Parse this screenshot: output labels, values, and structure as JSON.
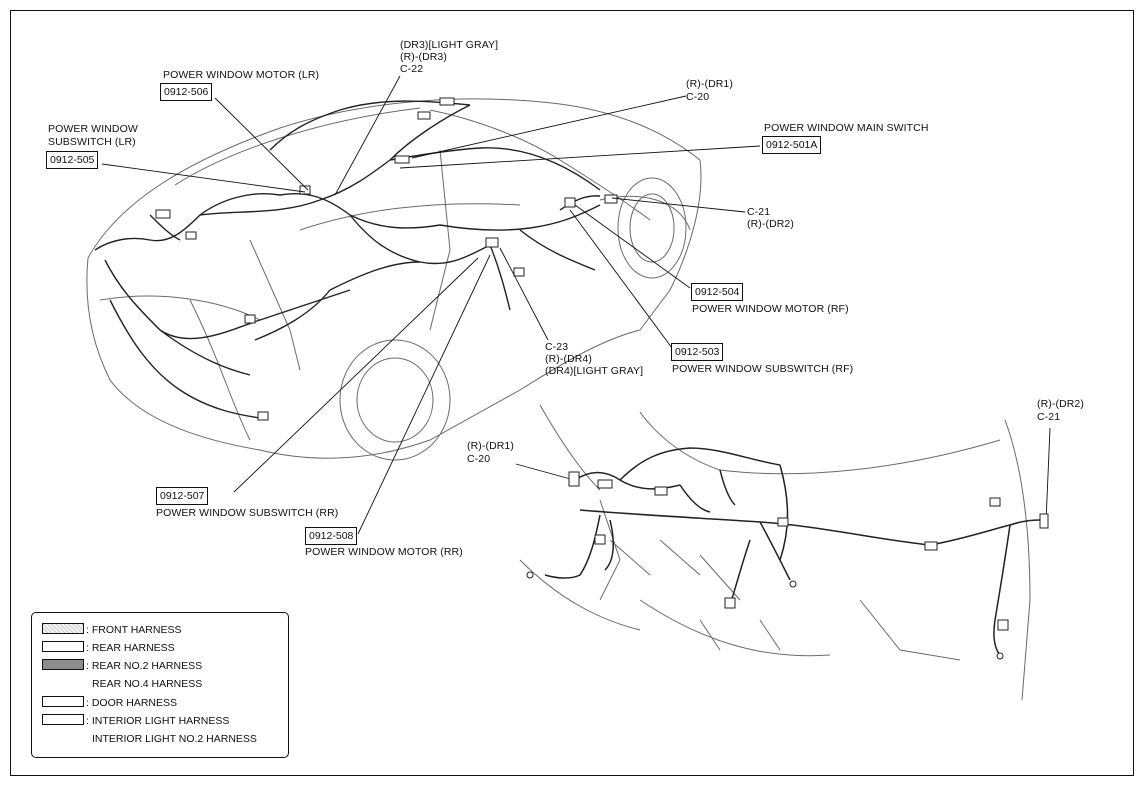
{
  "labels": {
    "dr3_color": "(DR3)[LIGHT GRAY]",
    "dr3_pin": "(R)-(DR3)",
    "c22": "C-22",
    "pw_motor_lr": "POWER WINDOW MOTOR (LR)",
    "code_506": "0912-506",
    "pw_subswitch_lr_1": "POWER WINDOW",
    "pw_subswitch_lr_2": "SUBSWITCH (LR)",
    "code_505": "0912-505",
    "dr1_pin_top": "(R)-(DR1)",
    "c20_top": "C-20",
    "pw_main_switch": "POWER WINDOW MAIN SWITCH",
    "code_501a": "0912-501A",
    "c21_top": "C-21",
    "dr2_pin_top": "(R)-(DR2)",
    "code_504": "0912-504",
    "pw_motor_rf": "POWER WINDOW MOTOR (RF)",
    "c23": "C-23",
    "dr4_pin": "(R)-(DR4)",
    "dr4_color": "(DR4)[LIGHT GRAY]",
    "code_503": "0912-503",
    "pw_subswitch_rf": "POWER WINDOW SUBSWITCH (RF)",
    "dr2_pin_detail": "(R)-(DR2)",
    "c21_detail": "C-21",
    "dr1_pin_detail": "(R)-(DR1)",
    "c20_detail": "C-20",
    "code_507": "0912-507",
    "pw_subswitch_rr": "POWER WINDOW SUBSWITCH (RR)",
    "code_508": "0912-508",
    "pw_motor_rr": "POWER WINDOW MOTOR (RR)"
  },
  "legend": {
    "front": ": FRONT HARNESS",
    "rear": ": REAR HARNESS",
    "rear2": ": REAR NO.2 HARNESS",
    "rear4": "REAR NO.4 HARNESS",
    "door": ": DOOR HARNESS",
    "interior": ": INTERIOR LIGHT HARNESS",
    "interior2": "INTERIOR LIGHT NO.2 HARNESS"
  },
  "colors": {
    "line": "#111111",
    "harness_dark": "#8c8c8c",
    "body_line": "#6a6a6a"
  }
}
